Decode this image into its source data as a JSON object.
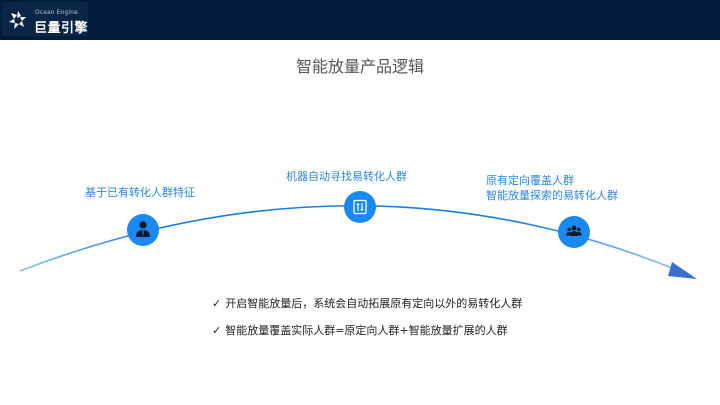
{
  "header": {
    "brand_en": "Ocean Engine",
    "brand_cn": "巨量引擎",
    "background": "#001c3b"
  },
  "title": "智能放量产品逻辑",
  "diagram": {
    "accent": "#1a89f0",
    "label_color": "#2c86d8",
    "stages": [
      {
        "label": "基于已有转化人群特征",
        "icon": "user-tie-icon"
      },
      {
        "label": "机器自动寻找易转化人群",
        "icon": "sort-arrows-icon"
      },
      {
        "label_line1": "原有定向覆盖人群",
        "label_line2": "智能放量探索的易转化人群",
        "icon": "group-icon"
      }
    ]
  },
  "notes": [
    {
      "check": "✓",
      "text": "开启智能放量后，系统会自动拓展原有定向以外的易转化人群"
    },
    {
      "check": "✓",
      "text": "智能放量覆盖实际人群=原定向人群+智能放量扩展的人群"
    }
  ]
}
